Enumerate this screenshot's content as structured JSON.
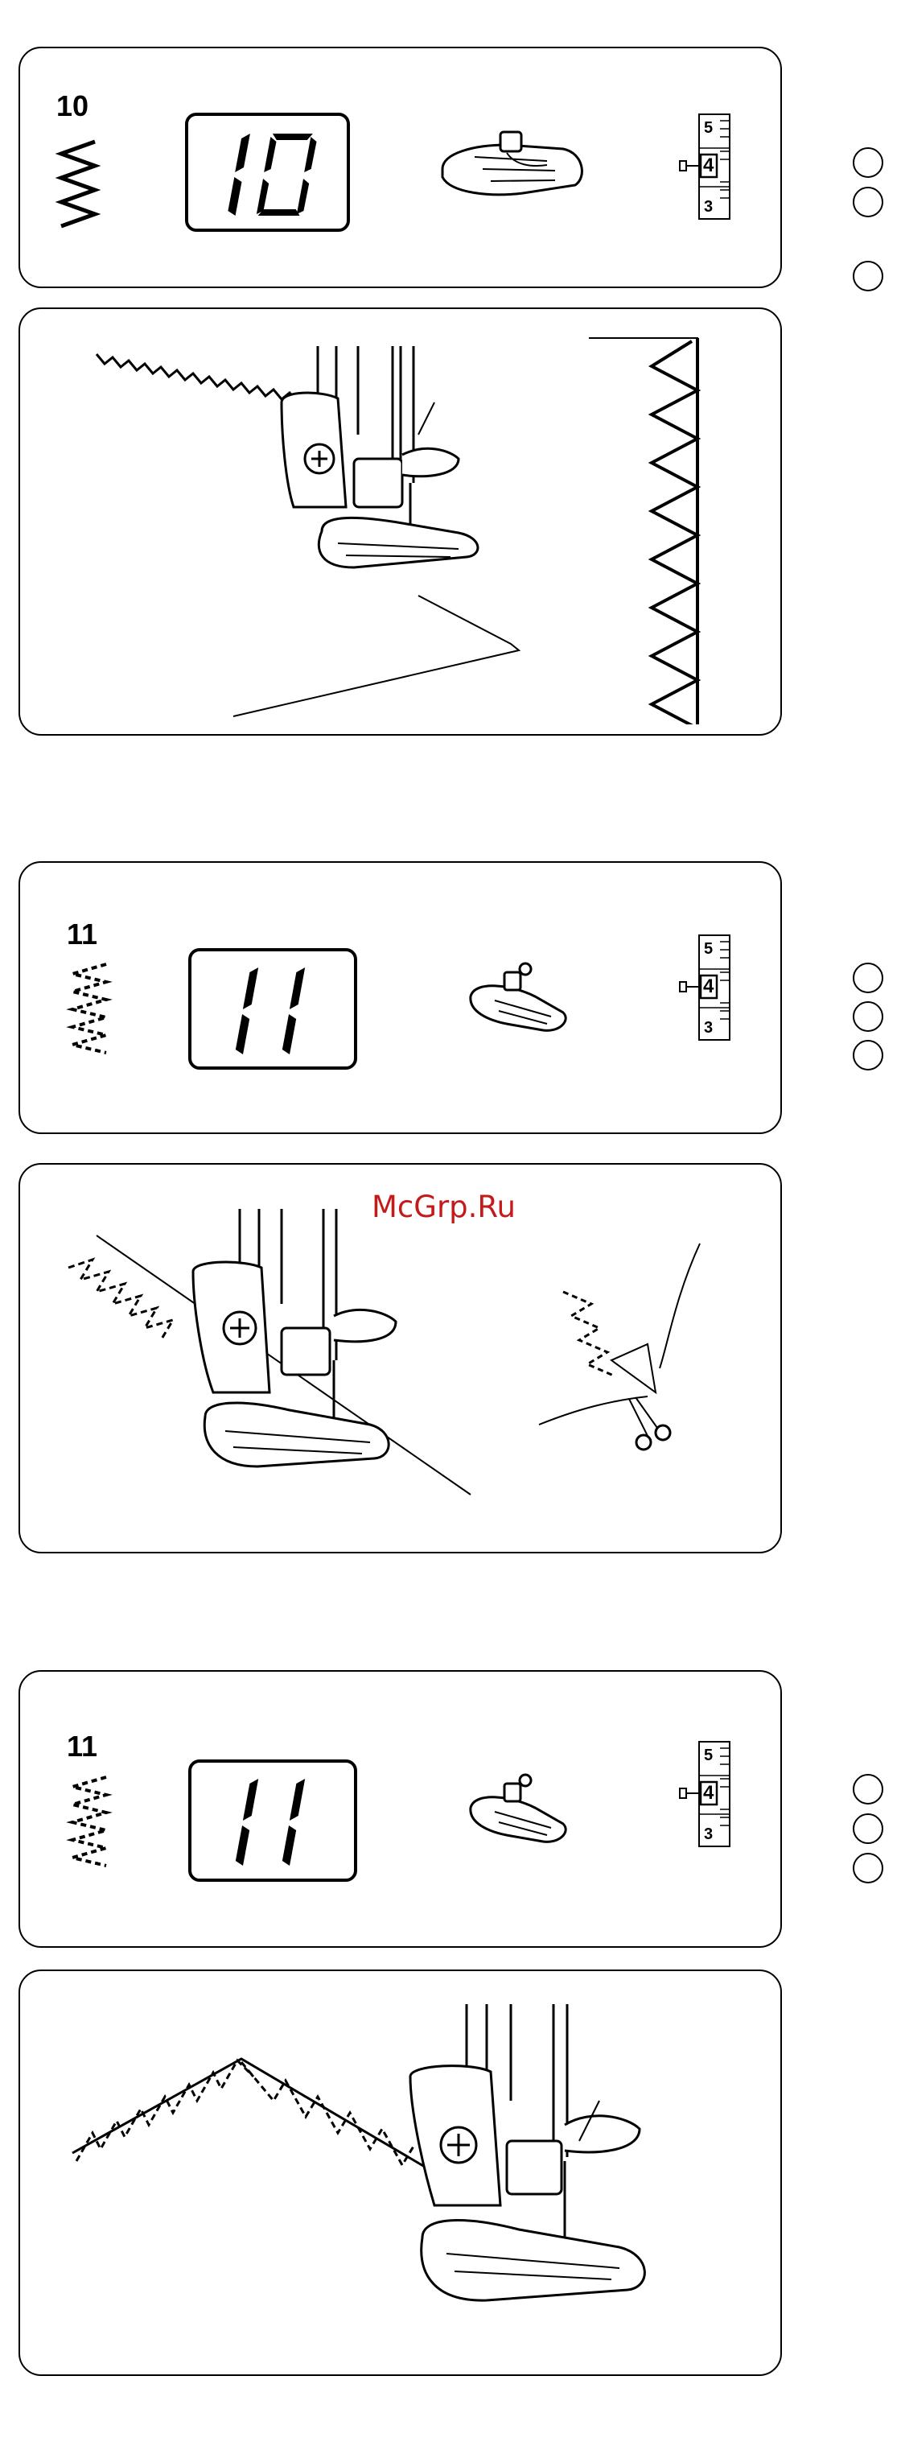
{
  "sections": [
    {
      "pattern_number": "10",
      "display": "10",
      "scale_ticks": [
        "5",
        "4",
        "3"
      ]
    },
    {
      "pattern_number": "11",
      "display": "11",
      "scale_ticks": [
        "5",
        "4",
        "3"
      ]
    },
    {
      "pattern_number": "11",
      "display": "11",
      "scale_ticks": [
        "5",
        "4",
        "3"
      ]
    }
  ],
  "watermark": "McGrp.Ru",
  "icons": {
    "zigzag": "zigzag-stitch-icon",
    "multi_zigzag": "multi-step-zigzag-icon",
    "foot": "presser-foot-icon",
    "scale": "stitch-length-scale-icon",
    "circle": "step-circle-icon"
  }
}
